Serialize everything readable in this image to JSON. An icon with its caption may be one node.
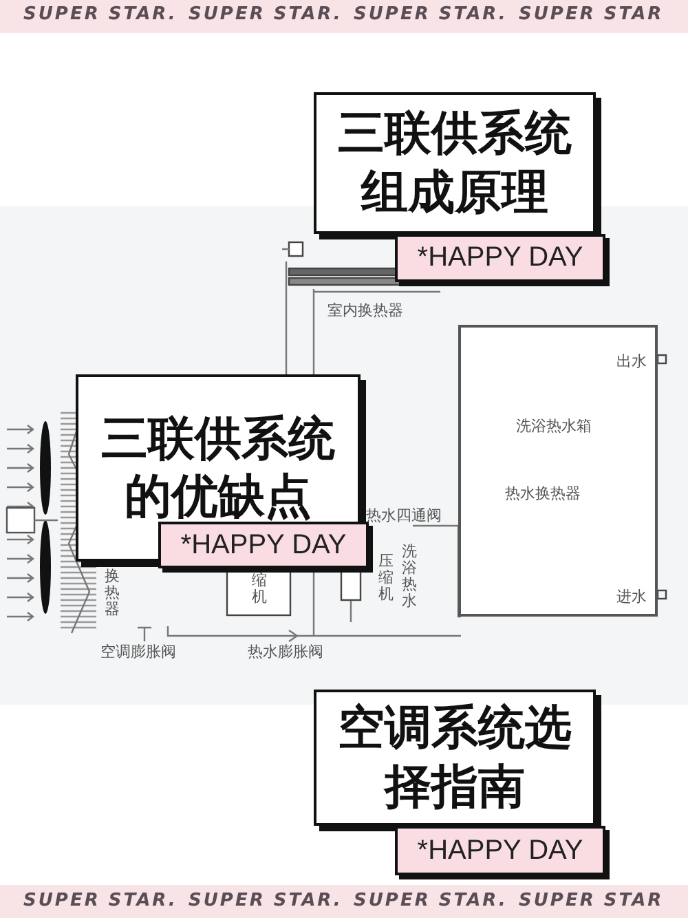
{
  "diagram": {
    "nodes": [
      {
        "text": [
          "三联供系统组成原理"
        ]
      },
      {
        "text": [
          "*HAPPY DAY"
        ]
      },
      {
        "text": [
          "三联供系统的优缺点"
        ]
      },
      {
        "text": [
          "*HAPPY DAY"
        ]
      },
      {
        "text": [
          "空调系统选择指南"
        ]
      },
      {
        "text": [
          "*HAPPY DAY"
        ]
      },
      {
        "text": [
          "洗浴热水箱"
        ]
      }
    ],
    "edges": [],
    "labels": [
      "SUPER STAR.",
      "SUPER STAR.",
      "SUPER STAR.",
      "SUPER STAR",
      "室内换热器",
      "出水",
      "热水换热器",
      "进水",
      "热水四通阀",
      "换热器",
      "缩机",
      "压缩机",
      "洗浴热水",
      "空调膨胀阀",
      "热水膨胀阀",
      "SUPER STAR.",
      "SUPER STAR.",
      "SUPER STAR.",
      "SUPER STAR"
    ]
  }
}
